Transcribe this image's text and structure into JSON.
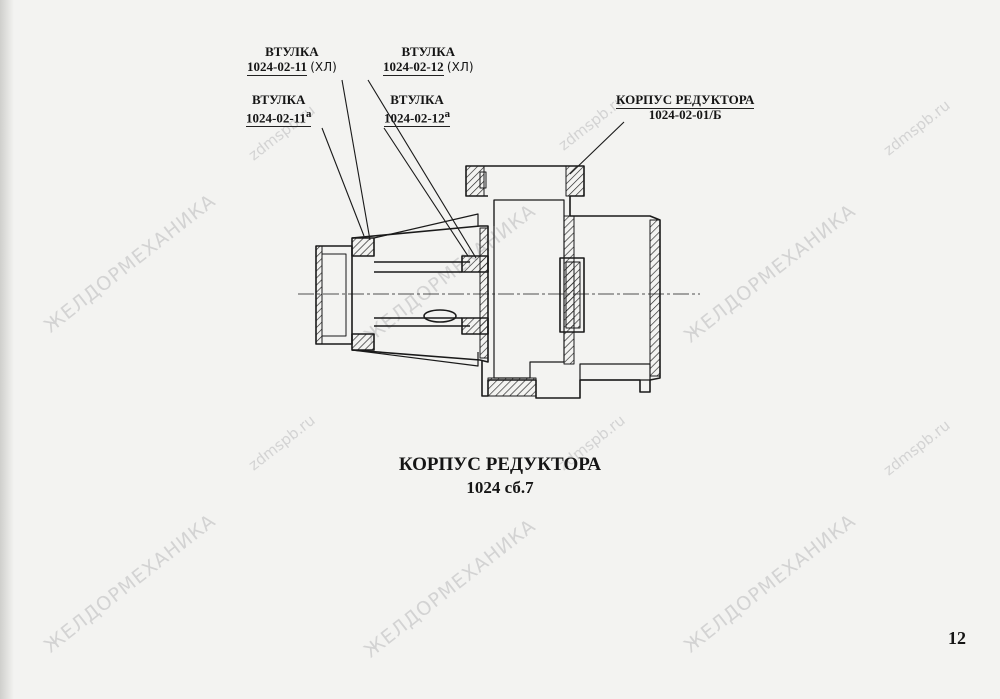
{
  "labels": {
    "bushing_1": {
      "title": "ВТУЛКА",
      "code": "1024-02-11",
      "note": "(ХЛ)"
    },
    "bushing_2": {
      "title": "ВТУЛКА",
      "code": "1024-02-12",
      "note": "(ХЛ)"
    },
    "bushing_3": {
      "title": "ВТУЛКА",
      "code": "1024-02-11",
      "sup": "а"
    },
    "bushing_4": {
      "title": "ВТУЛКА",
      "code": "1024-02-12",
      "sup": "а"
    },
    "housing": {
      "title": "КОРПУС РЕДУКТОРА",
      "code": "1024-02-01/Б"
    }
  },
  "caption": {
    "title": "КОРПУС РЕДУКТОРА",
    "subtitle": "1024 сб.7"
  },
  "page_number": "12",
  "watermarks": {
    "brand": "ЖЕЛДОРМЕХАНИКА",
    "site": "zdmspb.ru"
  },
  "colors": {
    "ink": "#151515",
    "paper": "#f3f3f1",
    "watermark": "#d3d3d3"
  }
}
